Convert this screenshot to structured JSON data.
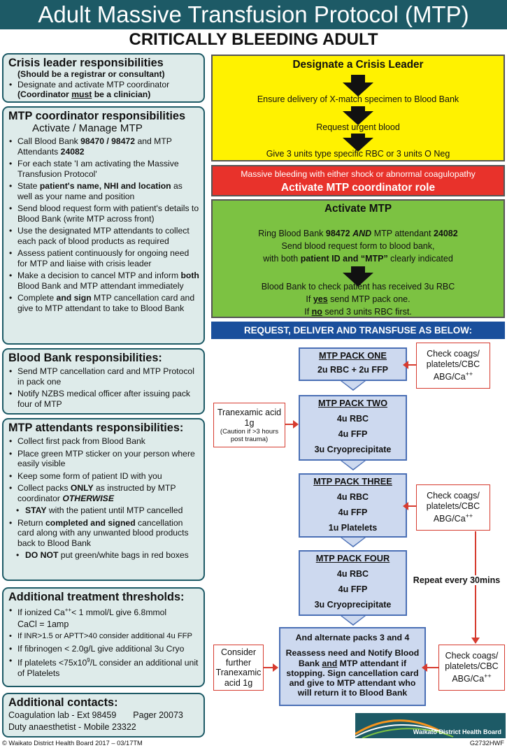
{
  "title": "Adult Massive Transfusion Protocol (MTP)",
  "subtitle": "CRITICALLY BLEEDING ADULT",
  "crisis": {
    "heading": "Crisis leader responsibilities",
    "sub": "(Should be a registrar or consultant)",
    "item1": "Designate and activate MTP coordinator",
    "item2_a": "(Coordinator ",
    "item2_b": "must",
    "item2_c": " be a clinician)"
  },
  "coordinator": {
    "heading": "MTP coordinator responsibilities",
    "sub": "Activate / Manage MTP",
    "i1a": "Call Blood Bank ",
    "i1b": "98470 / 98472",
    "i1c": " and MTP Attendants ",
    "i1d": "24082",
    "i2": "For each state 'I am activating the Massive Transfusion Protocol'",
    "i3a": "State ",
    "i3b": "patient's name, NHI and location",
    "i3c": " as well as your name and position",
    "i4": "Send blood request form with patient's details to Blood Bank (write MTP across front)",
    "i5": "Use the designated MTP attendants to collect each pack of blood products as required",
    "i6": "Assess patient continuously for ongoing need for MTP and liaise with crisis leader",
    "i7a": "Make a decision to cancel MTP and inform ",
    "i7b": "both",
    "i7c": " Blood Bank and MTP attendant immediately",
    "i8a": "Complete ",
    "i8b": "and sign",
    "i8c": " MTP cancellation card and give to MTP attendant to take to Blood Bank"
  },
  "bloodbank": {
    "heading": "Blood Bank responsibilities:",
    "i1": "Send MTP cancellation card and MTP Protocol in pack one",
    "i2": "Notify NZBS medical officer after issuing pack four of MTP"
  },
  "attendants": {
    "heading": "MTP attendants responsibilities:",
    "i1": "Collect first pack from Blood Bank",
    "i2": "Place green MTP sticker on your person where easily visible",
    "i3": "Keep some form of patient ID with you",
    "i4a": "Collect packs ",
    "i4b": "ONLY",
    "i4c": " as instructed by MTP coordinator ",
    "i4d": "OTHERWISE",
    "i5a": "STAY",
    "i5b": " with the patient until MTP cancelled",
    "i6a": "Return ",
    "i6b": "completed and signed",
    "i6c": " cancellation card along with any unwanted blood products back to Blood Bank",
    "i7a": "DO NOT",
    "i7b": " put green/white bags in red boxes"
  },
  "thresholds": {
    "heading": "Additional treatment thresholds:",
    "i1a": "If ionized Ca",
    "i1sup": "++",
    "i1b": "< 1 mmol/L give 6.8mmol",
    "i1c": "CaCl = 1amp",
    "i2": "If INR>1.5 or APTT>40 consider additional 4u FFP",
    "i3": "If fibrinogen < 2.0g/L give additional 3u Cryo",
    "i4a": "If platelets <75x10",
    "i4sup": "9",
    "i4b": "/L consider an additional unit of Platelets"
  },
  "contacts": {
    "heading": "Additional contacts:",
    "l1a": "Coagulation lab  -  Ext 98459",
    "l1b": "Pager 20073",
    "l2": "Duty anaesthetist  -  Mobile  23322"
  },
  "yellow": {
    "title": "Designate a Crisis Leader",
    "s1": "Ensure delivery of X-match specimen to Blood Bank",
    "s2": "Request urgent blood",
    "s3": "Give 3 units type specific RBC or 3 units O Neg"
  },
  "red": {
    "l1": "Massive bleeding with either shock or abnormal coagulopathy",
    "l2": "Activate MTP coordinator role"
  },
  "green": {
    "title": "Activate MTP",
    "l1a": "Ring Blood Bank ",
    "l1b": "98472",
    "l1c": "AND",
    "l1d": " MTP attendant ",
    "l1e": "24082",
    "l2": "Send blood request form to blood bank,",
    "l3a": "with both ",
    "l3b": "patient ID and “MTP”",
    "l3c": " clearly indicated",
    "l4": "Blood Bank to check patient has received 3u RBC",
    "l5a": "If ",
    "l5b": "yes",
    "l5c": " send MTP pack one.",
    "l6a": "If ",
    "l6b": "no",
    "l6c": " send 3 units RBC first."
  },
  "bluebar": "REQUEST, DELIVER AND TRANSFUSE AS BELOW:",
  "pack1": {
    "title": "MTP PACK ONE",
    "l1": "2u RBC + 2u FFP"
  },
  "pack2": {
    "title": "MTP PACK TWO",
    "l1": "4u RBC",
    "l2": "4u FFP",
    "l3": "3u Cryoprecipitate"
  },
  "pack3": {
    "title": "MTP PACK THREE",
    "l1": "4u RBC",
    "l2": "4u FFP",
    "l3": "1u Platelets"
  },
  "pack4": {
    "title": "MTP PACK FOUR",
    "l1": "4u RBC",
    "l2": "4u FFP",
    "l3": "3u Cryoprecipitate"
  },
  "final": {
    "l1": "And alternate packs 3 and 4",
    "l2a": "Reassess need and Notify Blood Bank ",
    "l2b": "and",
    "l2c": " MTP attendant if stopping. Sign cancellation card and give to MTP attendant who will return it to Blood Bank"
  },
  "check": {
    "l1": "Check coags/",
    "l2": "platelets/CBC",
    "l3a": "ABG/Ca",
    "l3sup": "++"
  },
  "txa1": {
    "l1": "Tranexamic acid",
    "l2": "1g",
    "l3": "(Caution if >3 hours post trauma)"
  },
  "txa2": {
    "l1": "Consider further Tranexamic acid 1g"
  },
  "repeat": "Repeat every 30mins",
  "footer_left": "© Waikato District Health Board 2017 – 03/17TM",
  "footer_right": "G2732HWF",
  "logo_text": "Waikato District Health Board",
  "colors": {
    "header": "#1d5a66",
    "yellow": "#fff200",
    "red": "#e8322b",
    "green": "#7cc242",
    "blue": "#1a4f9c",
    "pack": "#cdd9ef"
  }
}
